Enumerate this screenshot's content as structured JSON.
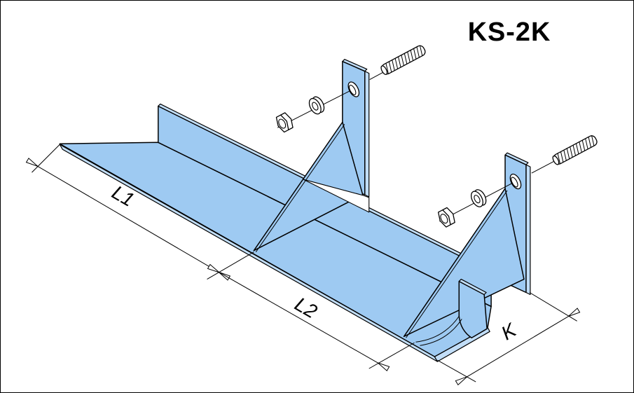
{
  "title": "KS-2K",
  "dimension_labels": {
    "l1": "L1",
    "l2": "L2",
    "k": "K"
  },
  "colors": {
    "part": "#9ECAF2",
    "part_edge": "#C2DEF8",
    "outline": "#000000",
    "line": "#000000",
    "background": "#FFFFFF",
    "title_text": "#000000"
  }
}
